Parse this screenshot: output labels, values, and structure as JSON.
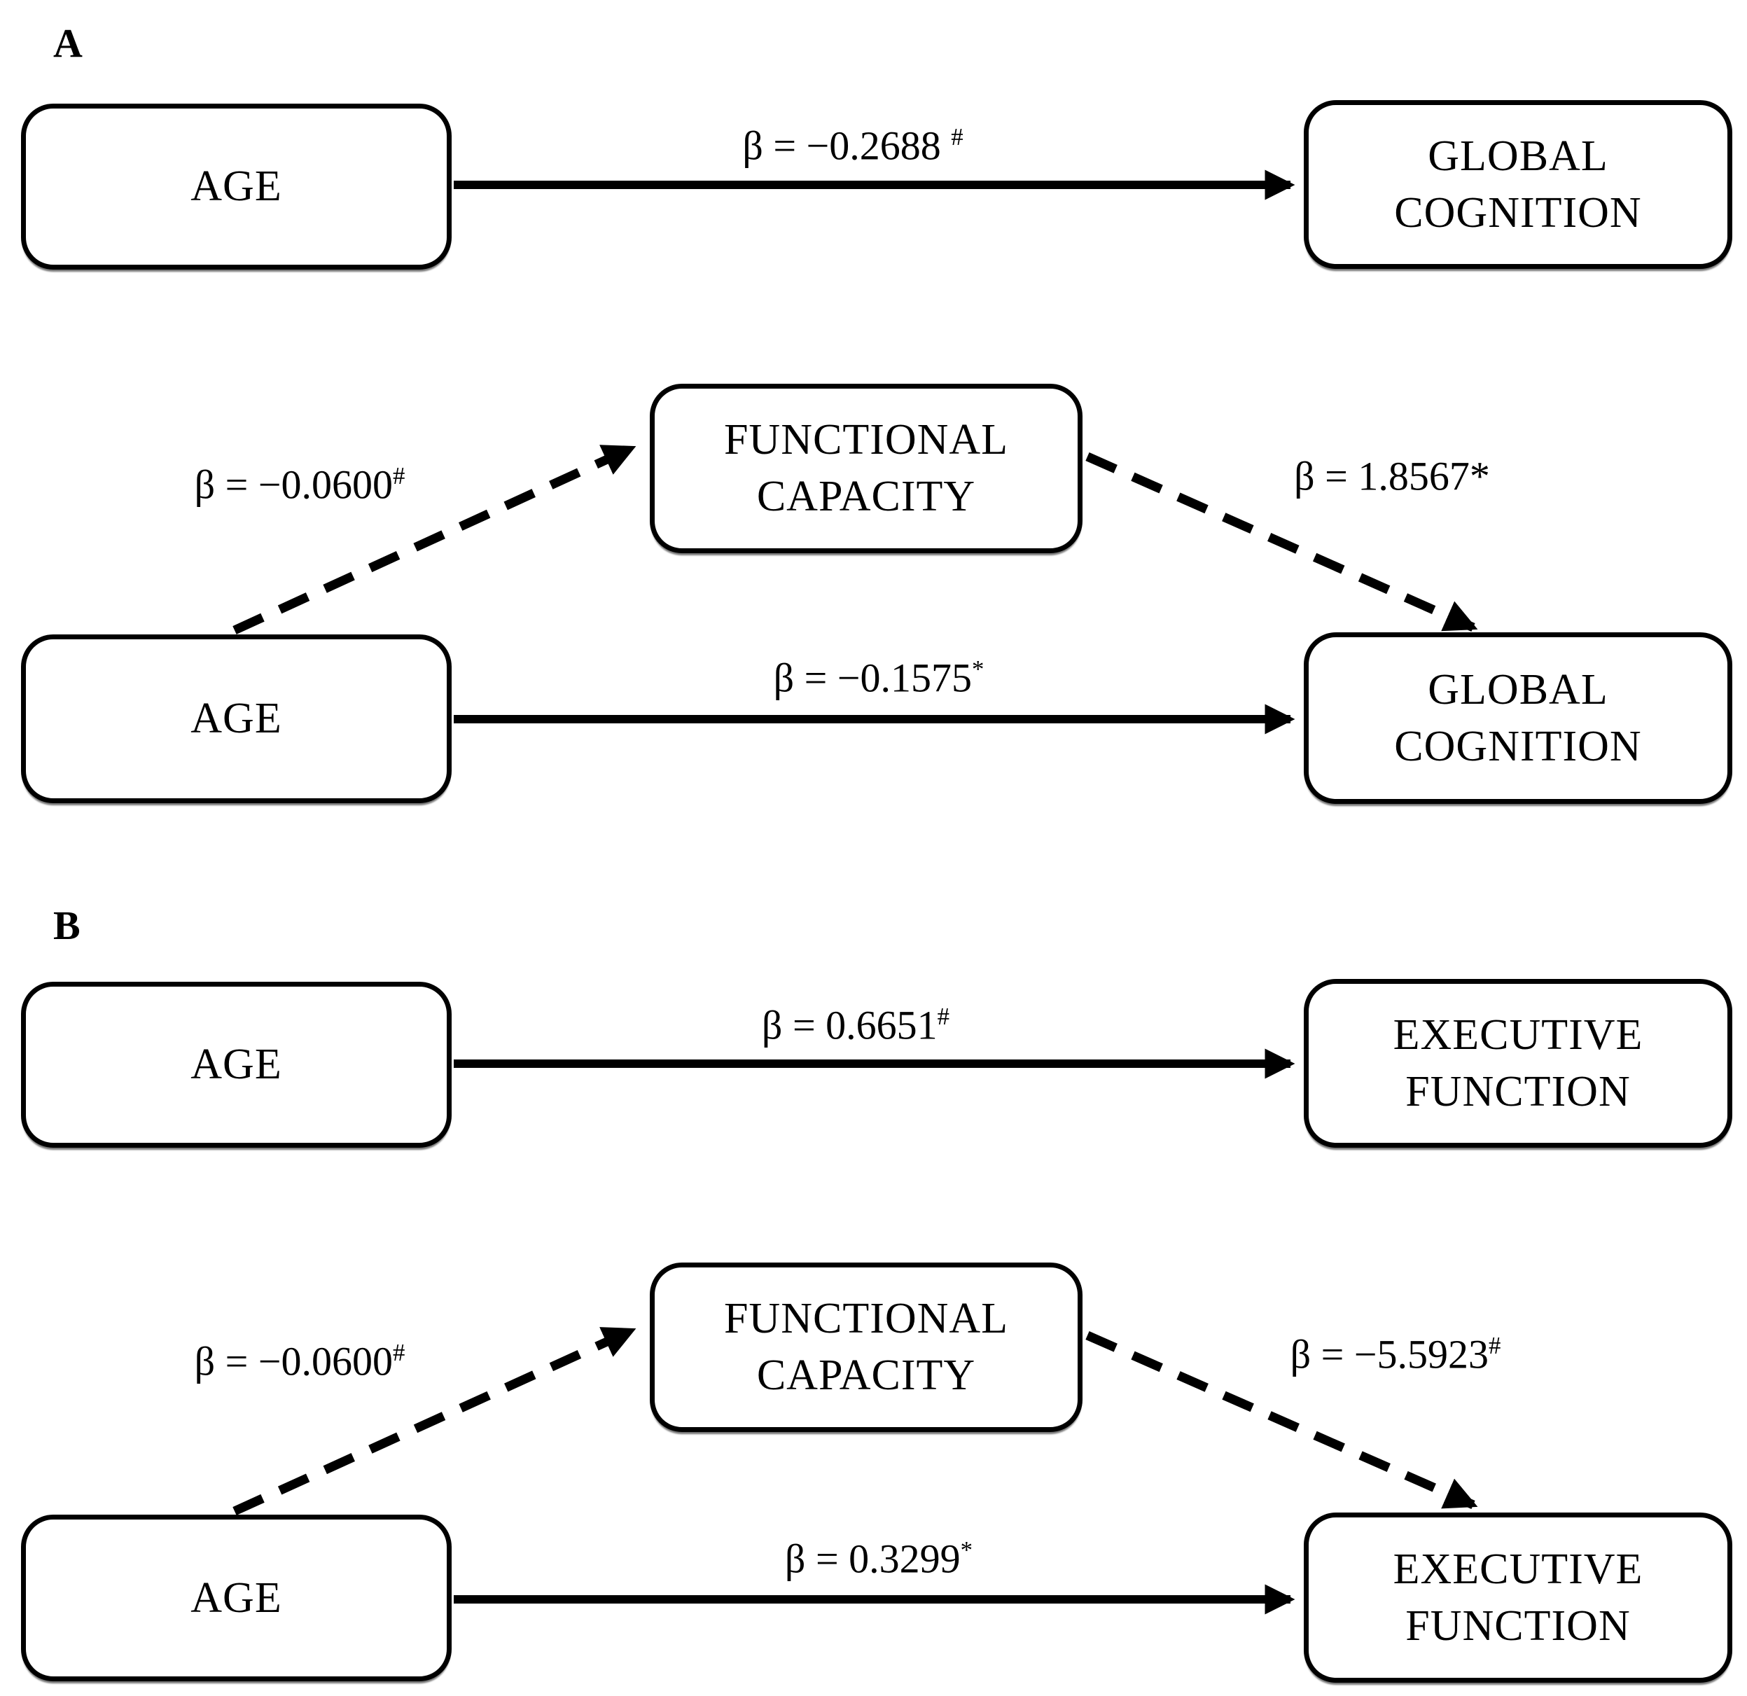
{
  "figure": {
    "background_color": "#ffffff",
    "line_color": "#000000"
  },
  "panels": [
    {
      "letter": "A",
      "total_effect": {
        "predictor": "AGE",
        "outcome_lines": [
          "GLOBAL",
          "COGNITION"
        ],
        "beta": {
          "text": "β = −0.2688 ",
          "sup": "#"
        }
      },
      "mediation": {
        "predictor": "AGE",
        "mediator_lines": [
          "FUNCTIONAL",
          "CAPACITY"
        ],
        "outcome_lines": [
          "GLOBAL",
          "COGNITION"
        ],
        "beta_a": {
          "text": "β = −0.0600",
          "sup": "#"
        },
        "beta_b": {
          "text": "β = 1.8567*",
          "sup": ""
        },
        "beta_direct": {
          "text": "β = −0.1575",
          "sup": "*"
        }
      }
    },
    {
      "letter": "B",
      "total_effect": {
        "predictor": "AGE",
        "outcome_lines": [
          "EXECUTIVE",
          "FUNCTION"
        ],
        "beta": {
          "text": "β = 0.6651",
          "sup": "#"
        }
      },
      "mediation": {
        "predictor": "AGE",
        "mediator_lines": [
          "FUNCTIONAL",
          "CAPACITY"
        ],
        "outcome_lines": [
          "EXECUTIVE",
          "FUNCTION"
        ],
        "beta_a": {
          "text": "β = −0.0600",
          "sup": "#"
        },
        "beta_b": {
          "text": "β = −5.5923",
          "sup": "#"
        },
        "beta_direct": {
          "text": "β = 0.3299",
          "sup": "*"
        }
      }
    }
  ]
}
